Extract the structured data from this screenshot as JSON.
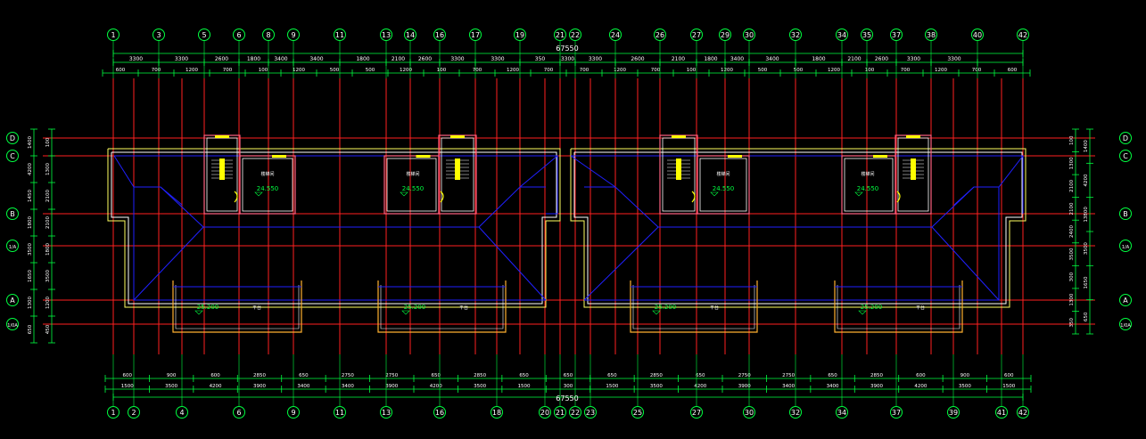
{
  "drawing": {
    "colors": {
      "background": "#000000",
      "axis": "#ff2020",
      "dimension": "#00ff40",
      "roof": "#2020ff",
      "wall": "#ffffff",
      "room": "#ff6080",
      "eave": "#ffff60",
      "balcony": "#ffb030",
      "stair": "#ffff00",
      "text": "#ffffff",
      "bubble": "#00ff40"
    },
    "total_dimension": "67550",
    "top_axes": [
      "1",
      "3",
      "5",
      "6",
      "8",
      "9",
      "11",
      "13",
      "14",
      "16",
      "17",
      "19",
      "21",
      "22",
      "24",
      "26",
      "27",
      "29",
      "30",
      "32",
      "34",
      "35",
      "37",
      "38",
      "40",
      "42"
    ],
    "bottom_axes": [
      "1",
      "2",
      "4",
      "6",
      "9",
      "11",
      "13",
      "16",
      "18",
      "20",
      "21",
      "22",
      "23",
      "25",
      "27",
      "30",
      "32",
      "34",
      "37",
      "39",
      "41",
      "42"
    ],
    "left_axes": [
      "D",
      "C",
      "B",
      "1/A",
      "A",
      "1/0A"
    ],
    "right_axes": [
      "D",
      "C",
      "B",
      "1/A",
      "A",
      "1/0A"
    ],
    "top_dims_outer": [
      "3300",
      "3300",
      "2600",
      "1800",
      "3400",
      "3400",
      "1800",
      "2100",
      "2600",
      "3300",
      "3300",
      "350",
      "3300",
      "3300",
      "2600",
      "2100",
      "1800",
      "3400",
      "3400",
      "1800",
      "2100",
      "2600",
      "3300",
      "3300"
    ],
    "top_dims_inner": [
      "600",
      "700",
      "1200",
      "700",
      "100",
      "1200",
      "500",
      "500",
      "1200",
      "100",
      "700",
      "1200",
      "700",
      "700",
      "1200",
      "700",
      "100",
      "1200",
      "500",
      "500",
      "1200",
      "100",
      "700",
      "1200",
      "700",
      "600"
    ],
    "bottom_dims_upper": [
      "600",
      "900",
      "600",
      "2850",
      "650",
      "2750",
      "2750",
      "650",
      "2850",
      "650",
      "650",
      "650",
      "2850",
      "650",
      "2750",
      "2750",
      "650",
      "2850",
      "600",
      "900",
      "600"
    ],
    "bottom_dims_lower": [
      "1500",
      "3500",
      "4200",
      "3900",
      "3400",
      "3400",
      "3900",
      "4200",
      "3500",
      "1500",
      "300",
      "1500",
      "3500",
      "4200",
      "3900",
      "3400",
      "3400",
      "3900",
      "4200",
      "3500",
      "1500"
    ],
    "left_dims_outer": [
      "1400",
      "4200",
      "1450",
      "1800",
      "3500",
      "1650",
      "1300",
      "650"
    ],
    "left_dims_inner": [
      "100",
      "1300",
      "2100",
      "2100",
      "1800",
      "3500",
      "1200",
      "450"
    ],
    "right_dims_outer": [
      "1400",
      "4200",
      "13800",
      "3500",
      "1650",
      "650"
    ],
    "right_dims_inner": [
      "100",
      "1300",
      "2100",
      "2100",
      "2400",
      "3500",
      "300",
      "1300",
      "350"
    ],
    "room_labels": [
      {
        "name": "楼梯间",
        "elev": "24.550"
      },
      {
        "name": "楼梯间",
        "elev": "24.550"
      },
      {
        "name": "楼梯间",
        "elev": "24.550"
      },
      {
        "name": "楼梯间",
        "elev": "24.550"
      }
    ],
    "balcony_labels": [
      {
        "elev": "25.200",
        "name": "平台"
      },
      {
        "elev": "25.200",
        "name": "平台"
      },
      {
        "elev": "25.200",
        "name": "平台"
      },
      {
        "elev": "25.200",
        "name": "平台"
      }
    ]
  }
}
